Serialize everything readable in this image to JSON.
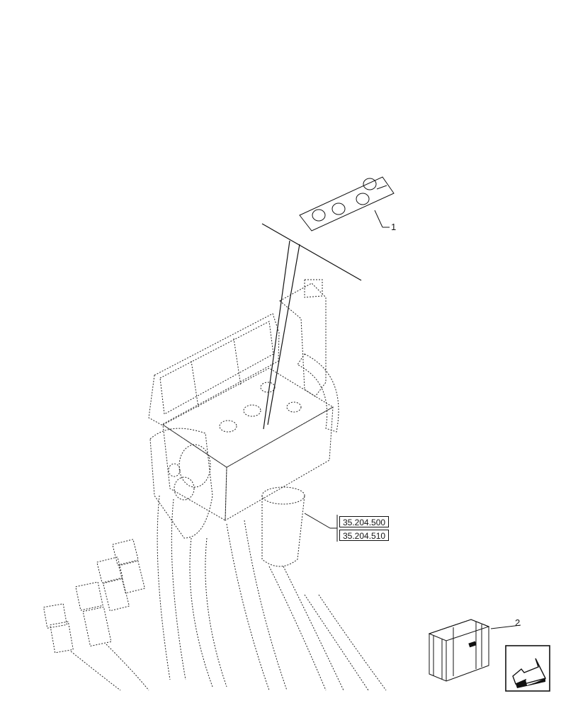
{
  "callouts": {
    "item_1": "1",
    "item_2": "2"
  },
  "references": [
    "35.204.500",
    "35.204.510"
  ],
  "icons": {
    "decal": "decal-sheet-icon",
    "kit_box": "kit-crate-icon",
    "nav": "arrow-navigation-icon"
  }
}
